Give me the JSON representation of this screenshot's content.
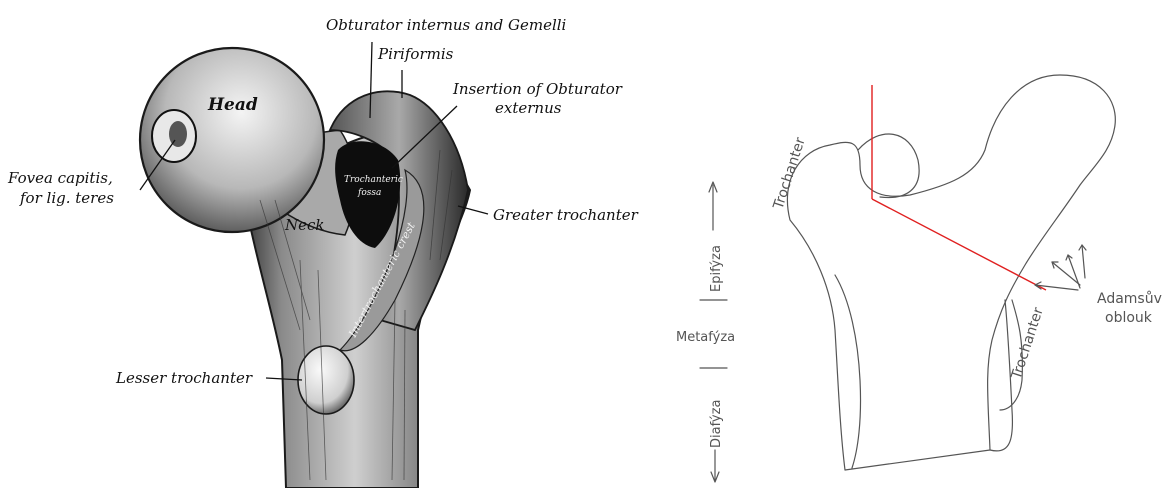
{
  "engraving": {
    "labels": {
      "obturator_internus": "Obturator internus and Gemelli",
      "piriformis": "Piriformis",
      "insertion_line1": "Insertion of Obturator",
      "insertion_line2": "externus",
      "fovea_line1": "Fovea capitis,",
      "fovea_line2": "for lig. teres",
      "greater_trochanter": "Greater trochanter",
      "lesser_trochanter": "Lesser trochanter",
      "head": "Head",
      "neck": "Neck",
      "fossa_line1": "Trochanteric",
      "fossa_line2": "fossa",
      "intertrochanteric": "Intertrochanteric crest"
    }
  },
  "sketch": {
    "labels": {
      "trochanter_top": "Trochanter",
      "trochanter_side": "Trochanter",
      "adams_line1": "Adamsův",
      "adams_line2": "oblouk",
      "epifyza": "Epifýza",
      "metafyza": "Metafýza",
      "diafyza": "Diafýza"
    },
    "colors": {
      "axis_lines": "#e02020",
      "pencil": "#555555"
    }
  }
}
